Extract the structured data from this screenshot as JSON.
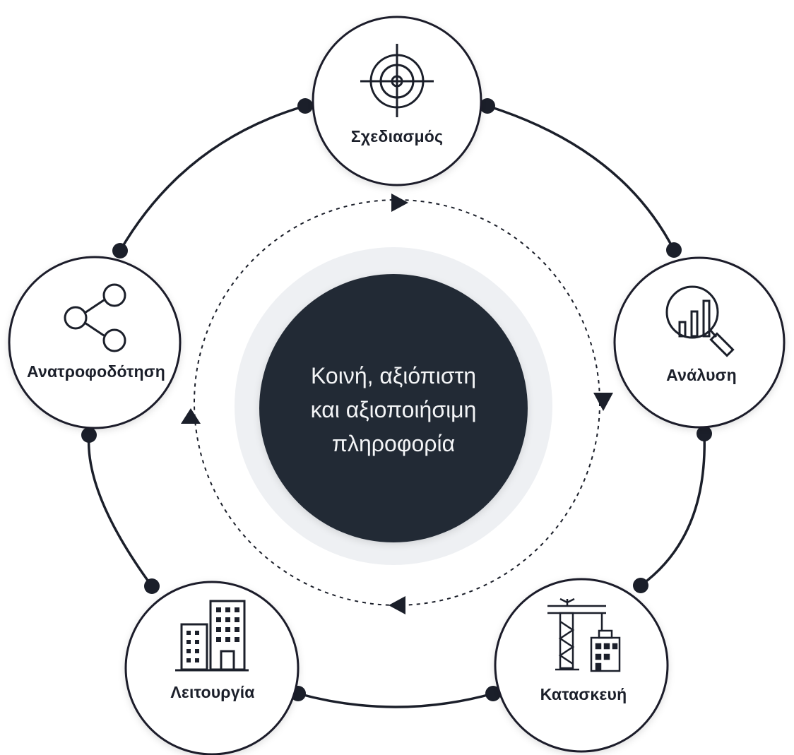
{
  "center": {
    "lines": [
      "Κοινή, αξιόπιστη",
      "και αξιοποιήσιμη",
      "πληροφορία"
    ]
  },
  "stages": {
    "planning": {
      "label": "Σχεδιασμός",
      "icon": "target-icon"
    },
    "analysis": {
      "label": "Ανάλυση",
      "icon": "chart-magnifier-icon"
    },
    "construction": {
      "label": "Κατασκευή",
      "icon": "crane-building-icon"
    },
    "operation": {
      "label": "Λειτουργία",
      "icon": "buildings-icon"
    },
    "feedback": {
      "label": "Ανατροφοδότηση",
      "icon": "share-icon"
    }
  },
  "colors": {
    "dark": "#1b1f2a",
    "center": "#242a36",
    "halo": "#eef0f3",
    "background": "#ffffff"
  }
}
